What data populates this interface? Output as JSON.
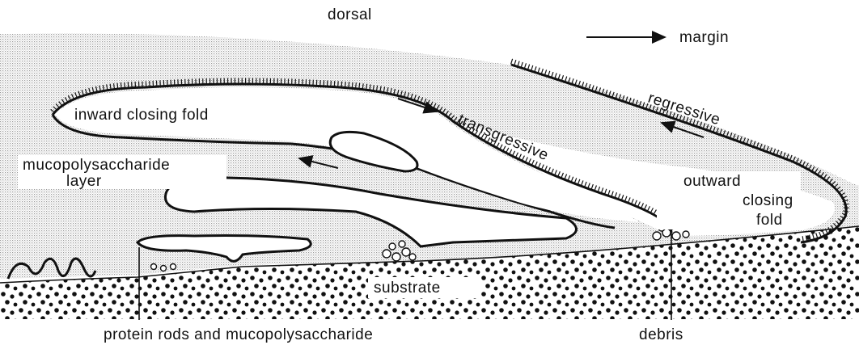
{
  "labels": {
    "dorsal": "dorsal",
    "margin": "margin",
    "regressive": "regressive",
    "inward_fold": "inward closing fold",
    "transgressive": "transgressive",
    "mucopolysaccharide_line1": "mucopolysaccharide",
    "mucopolysaccharide_line2": "layer",
    "outward_line1": "outward",
    "outward_line2": "closing",
    "outward_line3": "fold",
    "substrate": "substrate",
    "protein_rods": "protein rods and mucopolysaccharide",
    "debris": "debris"
  },
  "colors": {
    "ink": "#111111",
    "stipple": "#d0d0d0",
    "paper": "#ffffff"
  }
}
